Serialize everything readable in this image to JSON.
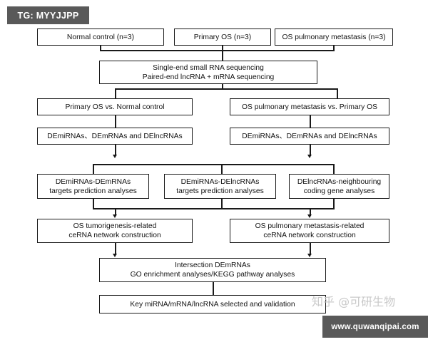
{
  "overlay": {
    "tg_badge": "TG: MYYJJPP",
    "zhihu_watermark": "知乎 @可研生物",
    "url_watermark": "www.quwanqipai.com"
  },
  "colors": {
    "badge_background": "#595959",
    "badge_text": "#ffffff",
    "box_border": "#1a1a1a",
    "box_fill": "#ffffff",
    "text": "#111111",
    "watermark_gray": "#c9c9c9",
    "page_background": "#ffffff"
  },
  "flowchart": {
    "type": "flowchart",
    "orientation": "top-to-bottom",
    "nodes": [
      {
        "id": "n1",
        "lines": [
          "Normal control (n=3)"
        ]
      },
      {
        "id": "n2",
        "lines": [
          "Primary OS (n=3)"
        ]
      },
      {
        "id": "n3",
        "lines": [
          "OS pulmonary metastasis (n=3)"
        ]
      },
      {
        "id": "n4",
        "lines": [
          "Single-end small RNA sequencing",
          "Paired-end lncRNA + mRNA sequencing"
        ]
      },
      {
        "id": "n5",
        "lines": [
          "Primary OS vs. Normal control"
        ]
      },
      {
        "id": "n6",
        "lines": [
          "OS pulmonary metastasis vs. Primary OS"
        ]
      },
      {
        "id": "n7",
        "lines": [
          "DEmiRNAs、DEmRNAs and DElncRNAs"
        ]
      },
      {
        "id": "n8",
        "lines": [
          "DEmiRNAs、DEmRNAs and DElncRNAs"
        ]
      },
      {
        "id": "n9",
        "lines": [
          "DEmiRNAs-DEmRNAs",
          "targets prediction analyses"
        ]
      },
      {
        "id": "n10",
        "lines": [
          "DEmiRNAs-DElncRNAs",
          "targets prediction analyses"
        ]
      },
      {
        "id": "n11",
        "lines": [
          "DElncRNAs-neighbouring",
          "coding gene analyses"
        ]
      },
      {
        "id": "n12",
        "lines": [
          "OS tumorigenesis-related",
          "ceRNA network construction"
        ]
      },
      {
        "id": "n13",
        "lines": [
          "OS pulmonary metastasis-related",
          "ceRNA network construction"
        ]
      },
      {
        "id": "n14",
        "lines": [
          "Intersection DEmRNAs",
          "GO enrichment analyses/KEGG pathway analyses"
        ]
      },
      {
        "id": "n15",
        "lines": [
          "Key miRNA/mRNA/lncRNA selected and validation"
        ]
      }
    ],
    "edges": [
      {
        "from": "n1",
        "to": "n4"
      },
      {
        "from": "n2",
        "to": "n4"
      },
      {
        "from": "n3",
        "to": "n4"
      },
      {
        "from": "n4",
        "to": "n5"
      },
      {
        "from": "n4",
        "to": "n6"
      },
      {
        "from": "n5",
        "to": "n7"
      },
      {
        "from": "n6",
        "to": "n8"
      },
      {
        "from": "n7",
        "to": "n9"
      },
      {
        "from": "n7",
        "to": "n10"
      },
      {
        "from": "n8",
        "to": "n10"
      },
      {
        "from": "n8",
        "to": "n11"
      },
      {
        "from": "n9",
        "to": "n12"
      },
      {
        "from": "n10",
        "to": "n12"
      },
      {
        "from": "n10",
        "to": "n13"
      },
      {
        "from": "n11",
        "to": "n13"
      },
      {
        "from": "n12",
        "to": "n14"
      },
      {
        "from": "n13",
        "to": "n14"
      },
      {
        "from": "n14",
        "to": "n15"
      }
    ]
  }
}
